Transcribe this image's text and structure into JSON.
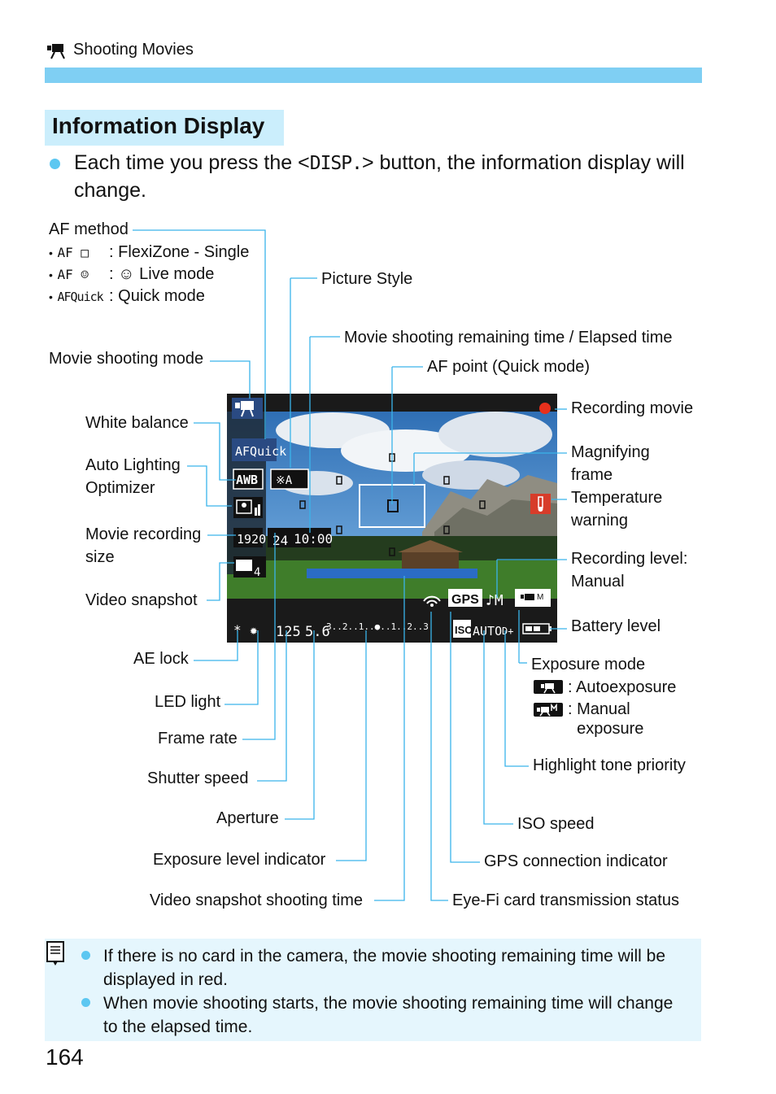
{
  "header": {
    "section": "Shooting Movies",
    "icon": "movie-camera-icon"
  },
  "title": "Information Display",
  "intro": {
    "before": "Each time you press the <",
    "disp": "DISP.",
    "after": "> button, the information display will change."
  },
  "af_method": {
    "heading": "AF method",
    "items": [
      {
        "symbol": "AF □",
        "text": ": FlexiZone - Single"
      },
      {
        "symbol": "AF ☺",
        "text_prefix": ": ",
        "face_symbol": "☺",
        "text": " Live mode"
      },
      {
        "symbol": "AFQuick",
        "text": ": Quick mode"
      }
    ]
  },
  "labels_left": {
    "movie_shooting_mode": "Movie shooting mode",
    "white_balance": "White balance",
    "auto_lighting_optimizer": "Auto Lighting\nOptimizer",
    "movie_recording_size": "Movie recording\nsize",
    "video_snapshot": "Video snapshot",
    "ae_lock": "AE lock",
    "led_light": "LED light",
    "frame_rate": "Frame rate",
    "shutter_speed": "Shutter speed",
    "aperture": "Aperture",
    "exposure_level_indicator": "Exposure level indicator",
    "video_snapshot_shooting_time": "Video snapshot shooting time"
  },
  "labels_top": {
    "picture_style": "Picture Style",
    "remaining_time": "Movie shooting remaining time / Elapsed time",
    "af_point": "AF point (Quick mode)"
  },
  "labels_right": {
    "recording_movie": "Recording movie",
    "magnifying_frame": "Magnifying\nframe",
    "temperature_warning": "Temperature\nwarning",
    "recording_level": "Recording level:\nManual",
    "battery_level": "Battery level",
    "exposure_mode": "Exposure mode",
    "exposure_auto": ": Autoexposure",
    "exposure_manual": ": Manual\n  exposure",
    "highlight_tone_priority": "Highlight tone priority",
    "iso_speed": "ISO speed",
    "gps_connection_indicator": "GPS connection indicator",
    "eyefi_status": "Eye-Fi card transmission status"
  },
  "screen": {
    "af_quick": "AFQuick",
    "awb": "AWB",
    "recording_size": "1920",
    "frame_rate": "24",
    "remaining_time": "10:00",
    "snapshot_count": "4",
    "shutter": "125",
    "aperture": "5.6",
    "exposure_scale": "3..2..1..●..1..2..3",
    "gps": "GPS",
    "iso": "ISO",
    "iso_value": "AUTO",
    "d_plus": "D+",
    "colors": {
      "sky": "#3d86c8",
      "grass": "#3f7d2a",
      "record_dot": "#e8301c",
      "temp_warning": "#d73c2a"
    }
  },
  "notes": [
    "If there is no card in the camera, the movie shooting remaining time will be displayed in red.",
    "When movie shooting starts, the movie shooting remaining time will change to the elapsed time."
  ],
  "page_number": "164",
  "colors": {
    "accent": "#7fcff3",
    "title_bg": "#cbeefc",
    "note_bg": "#e5f6fd",
    "bullet": "#5cc7f1",
    "callout": "#3ab4ea"
  }
}
